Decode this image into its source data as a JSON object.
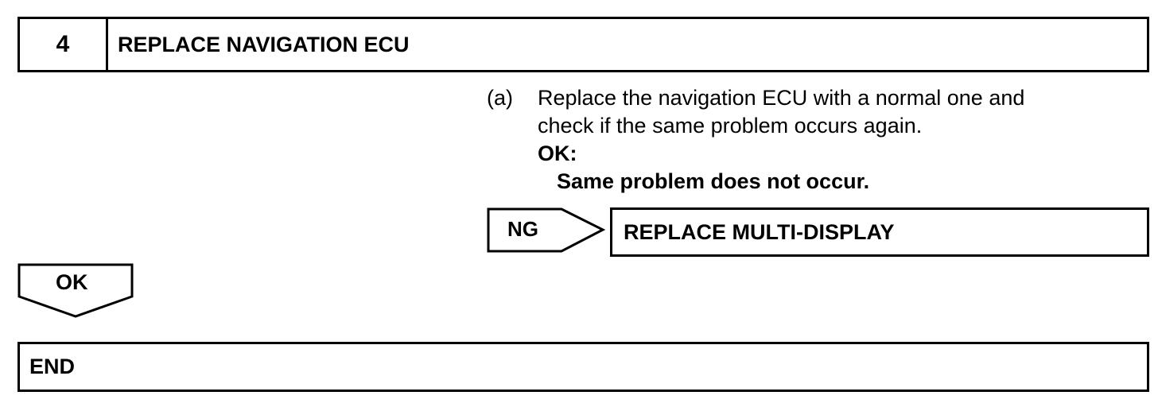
{
  "step": {
    "number": "4",
    "title": "REPLACE NAVIGATION ECU"
  },
  "instruction": {
    "marker": "(a)",
    "line1": "Replace the navigation ECU with a normal one and",
    "line2": "check if the same problem occurs again.",
    "ok_label": "OK:",
    "ok_result": "Same problem does not occur."
  },
  "ng_branch": {
    "label": "NG",
    "action": "REPLACE MULTI-DISPLAY"
  },
  "ok_branch": {
    "label": "OK"
  },
  "end": {
    "label": "END"
  }
}
